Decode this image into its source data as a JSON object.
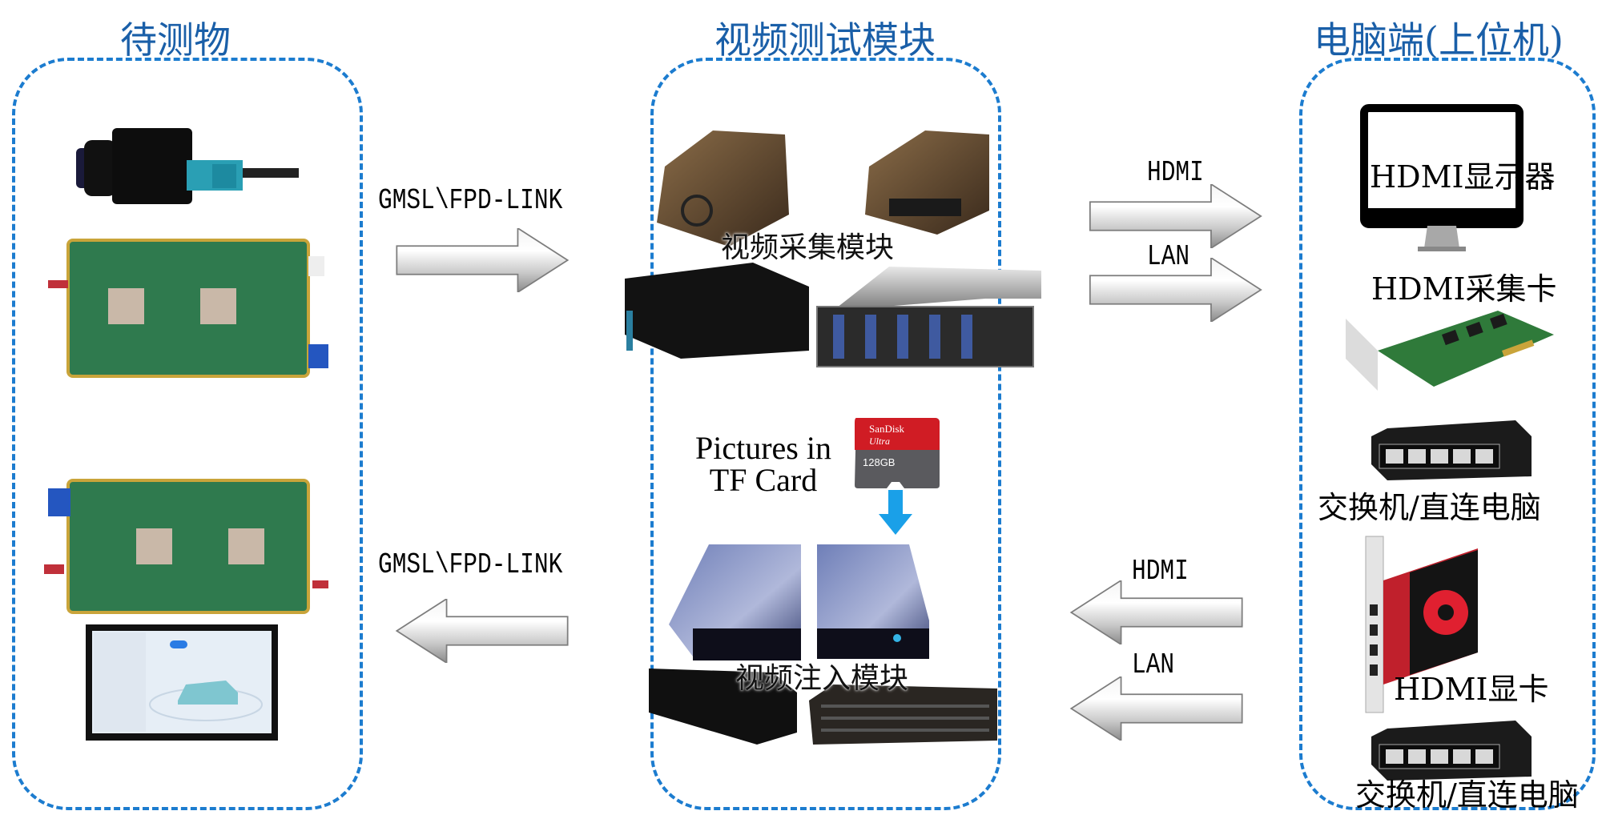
{
  "sections": {
    "dut": {
      "title": "待测物"
    },
    "video_test_module": {
      "title": "视频测试模块"
    },
    "pc_host": {
      "title": "电脑端(上位机)"
    }
  },
  "links": {
    "dut_to_capture": {
      "label": "GMSL\\FPD-LINK",
      "direction": "right"
    },
    "injection_to_dut": {
      "label": "GMSL\\FPD-LINK",
      "direction": "left"
    },
    "capture_to_pc_hdmi": {
      "label": "HDMI",
      "direction": "right"
    },
    "capture_to_pc_lan": {
      "label": "LAN",
      "direction": "right"
    },
    "pc_to_injection_hdmi": {
      "label": "HDMI",
      "direction": "left"
    },
    "pc_to_injection_lan": {
      "label": "LAN",
      "direction": "left"
    }
  },
  "modules": {
    "capture": {
      "label": "视频采集模块"
    },
    "injection": {
      "label": "视频注入模块"
    },
    "tf_card": {
      "line1": "Pictures in",
      "line2": "TF Card",
      "brand": "SanDisk",
      "model": "Ultra",
      "capacity": "128GB"
    }
  },
  "pc_devices": {
    "monitor": {
      "label": "HDMI显示器"
    },
    "capture_card": {
      "label": "HDMI采集卡"
    },
    "switch1": {
      "label": "交换机/直连电脑"
    },
    "gpu": {
      "label": "HDMI显卡"
    },
    "switch2": {
      "label": "交换机/直连电脑"
    }
  },
  "colors": {
    "title_blue": "#1a5fa8",
    "dash_blue": "#1c7ccf",
    "arrow_blue": "#1aa0e8",
    "sd_red": "#d01c24"
  }
}
